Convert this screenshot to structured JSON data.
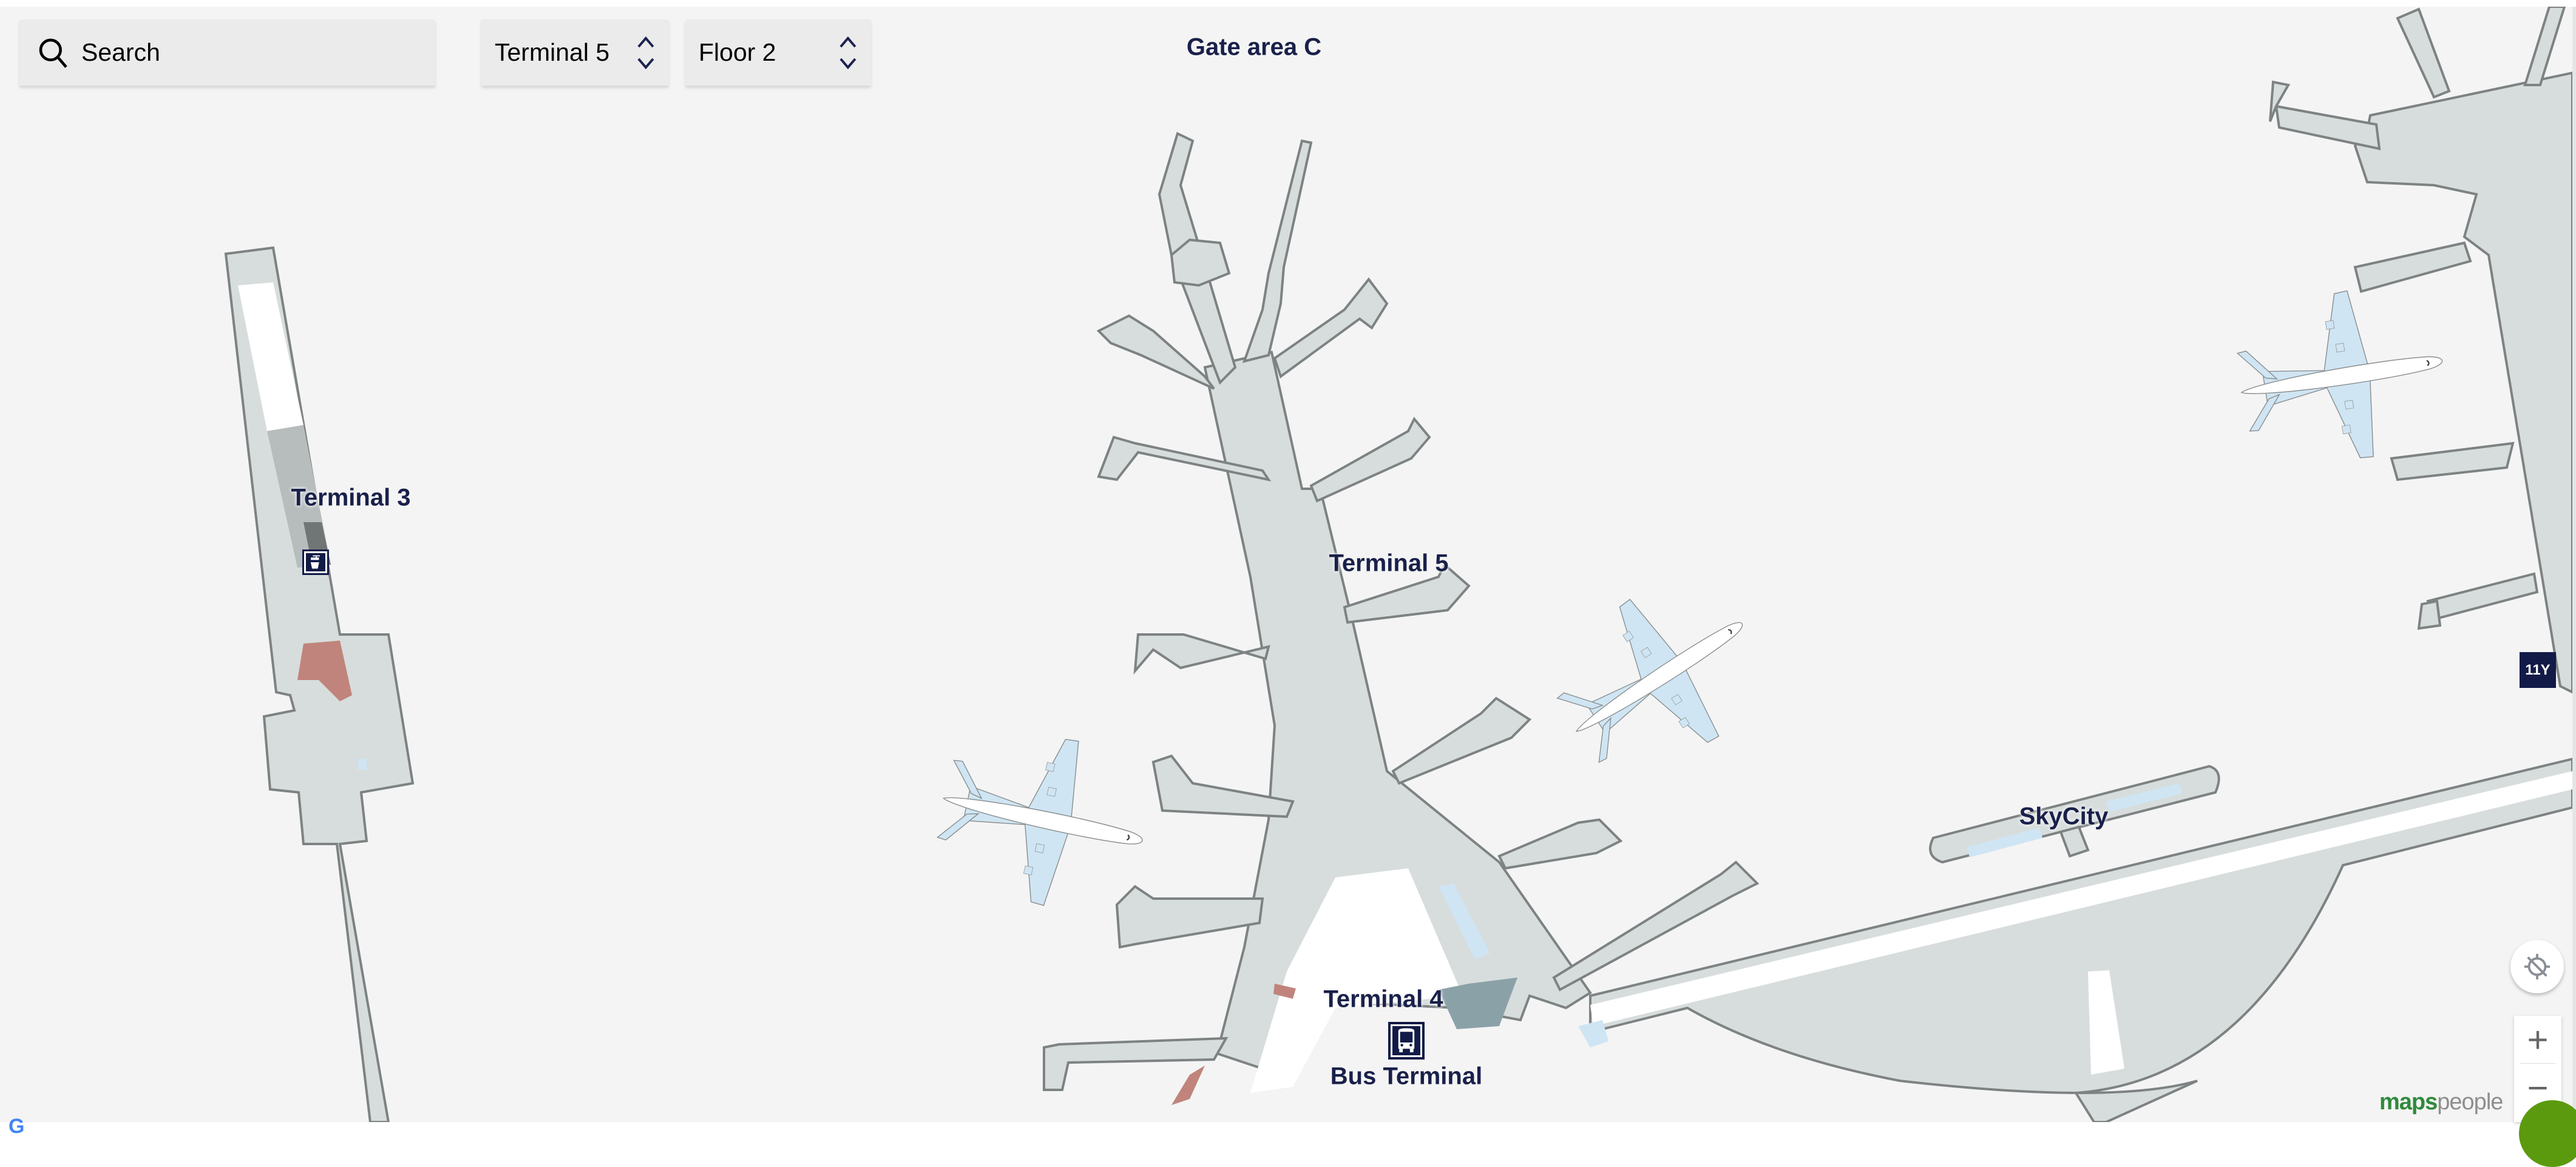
{
  "search": {
    "placeholder": "Search",
    "icon": "search-icon"
  },
  "venue_selector": {
    "selected": "Terminal 5",
    "icon": "chevron-up-down-icon"
  },
  "floor_selector": {
    "selected": "Floor 2",
    "icon": "chevron-up-down-icon"
  },
  "map": {
    "labels": {
      "gate_area": "Gate area C",
      "terminal3": "Terminal 3",
      "terminal5": "Terminal 5",
      "skycity": "SkyCity",
      "terminal4": "Terminal 4",
      "bus_terminal": "Bus Terminal"
    },
    "pois": [
      {
        "name": "water-fountain",
        "icon": "water-tap-icon"
      },
      {
        "name": "bus-stop",
        "icon": "bus-icon"
      }
    ],
    "gate_badge": "11Y",
    "colors": {
      "background": "#f4f4f4",
      "building_fill": "#d7dddc",
      "building_stroke": "#7d8282",
      "room_white": "#ffffff",
      "room_blue": "#cfe5f3",
      "room_red": "#c0847c",
      "room_dark": "#8ba1a8",
      "label": "#19204a",
      "poi_bg": "#121b47"
    }
  },
  "controls": {
    "location_button": "location-disabled-icon",
    "zoom_in": "+",
    "zoom_out": "−"
  },
  "branding": {
    "maps": "maps",
    "people": "people"
  },
  "attribution": {
    "google": "G"
  }
}
